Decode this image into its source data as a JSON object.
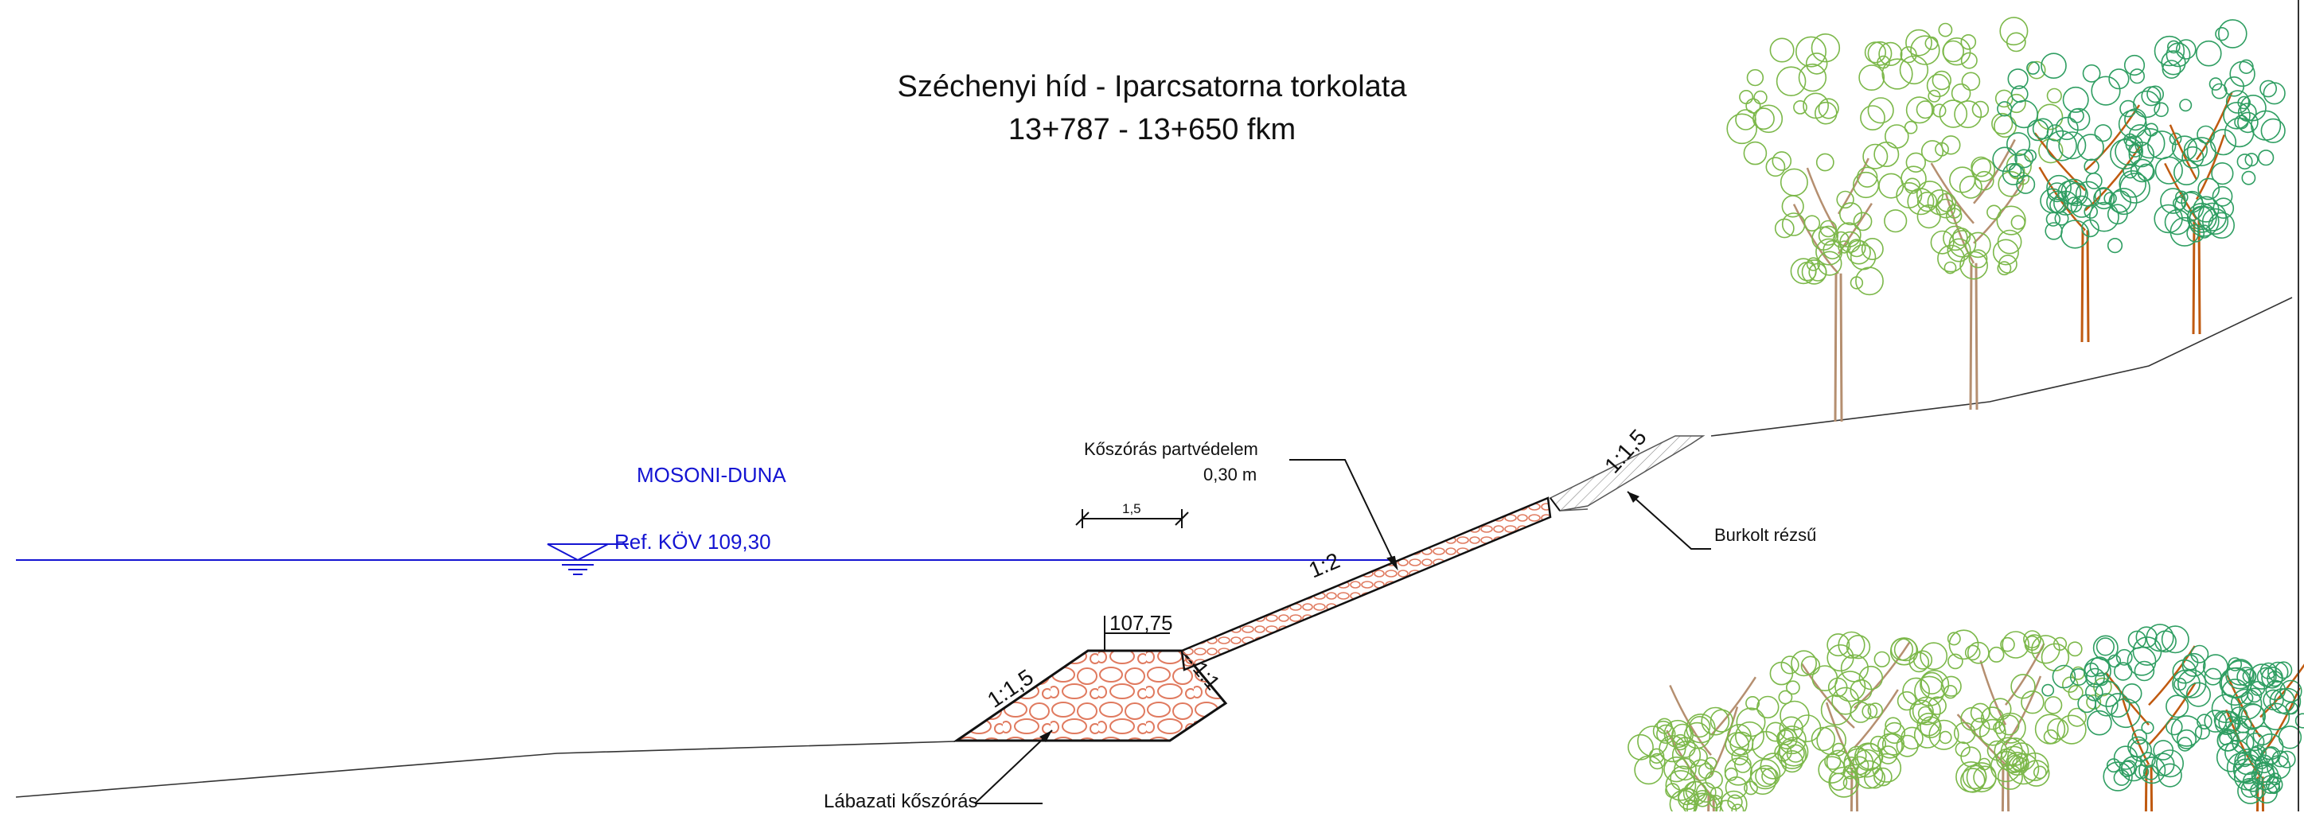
{
  "title": {
    "line1": "Széchenyi híd - Iparcsatorna torkolata",
    "line2": "13+787 - 13+650 fkm"
  },
  "labels": {
    "river": "MOSONI-DUNA",
    "water_level": "Ref. KÖV 109,30",
    "scale_bar": "1,5",
    "revetment_line1": "Kőszórás partvédelem",
    "revetment_line2": "0,30 m",
    "slope_main": "1:2",
    "slope_toe_left": "1:1,5",
    "slope_toe_right": "1:1",
    "slope_upper": "1:1,5",
    "toe_elevation": "107,75",
    "toe_fill": "Lábazati kőszórás",
    "paved_slope": "Burkolt rézsű"
  },
  "colors": {
    "water": "#1414d2",
    "rock": "#e07a5f",
    "ink": "#111111",
    "foliage_light": "#7cb84a",
    "foliage_dark": "#2f9e62",
    "trunk_light": "#b58f70",
    "trunk_dark": "#c05a10"
  },
  "icons": [
    "water-level-marker-icon",
    "tree-icon"
  ]
}
